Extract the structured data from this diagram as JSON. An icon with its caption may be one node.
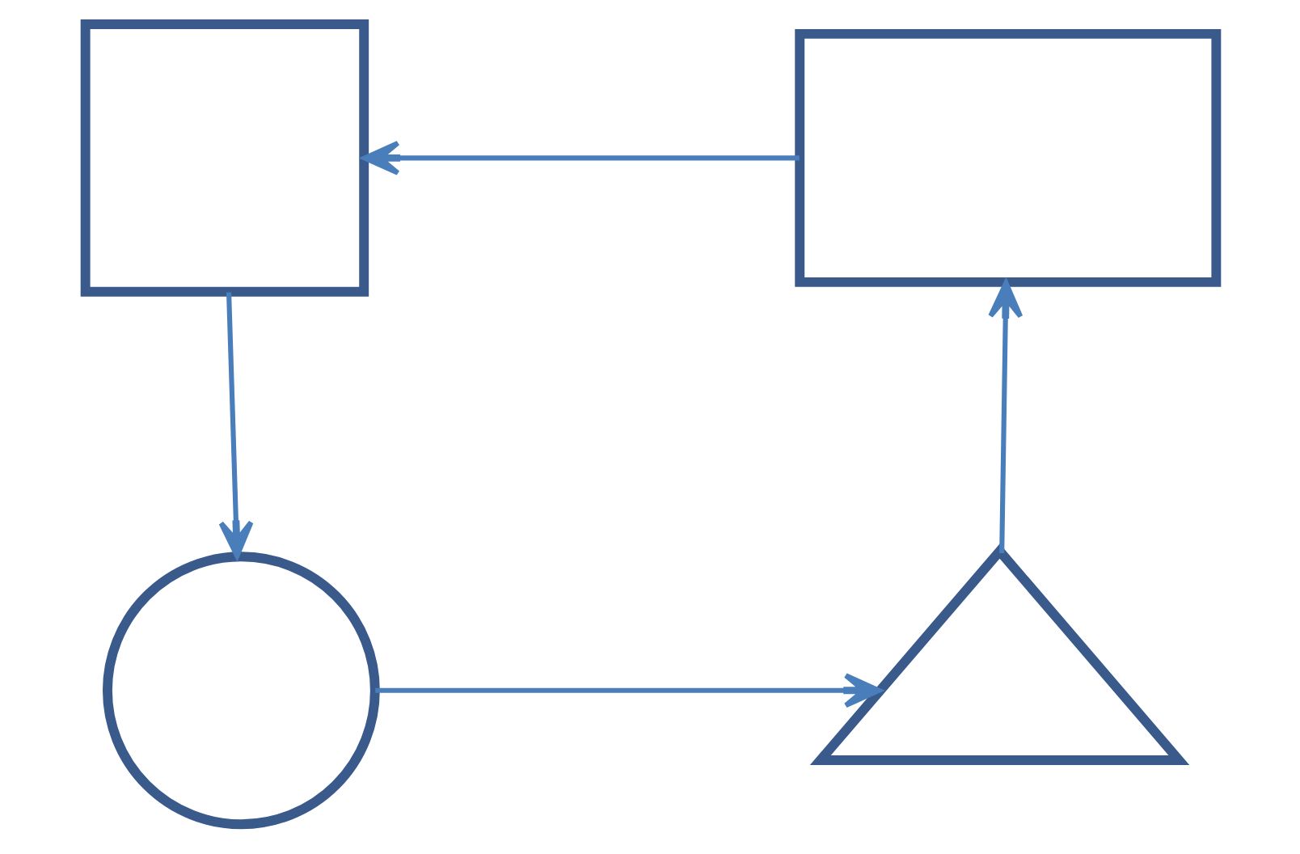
{
  "diagram": {
    "nodes": [
      {
        "text": [],
        "shape": "box"
      },
      {
        "text": [],
        "shape": "box"
      },
      {
        "text": [],
        "shape": "circle"
      },
      {
        "text": [],
        "shape": "triangle"
      }
    ],
    "edges": [
      {
        "from": 1,
        "to": 0,
        "arrow": "to"
      },
      {
        "from": 0,
        "to": 2,
        "arrow": "to"
      },
      {
        "from": 2,
        "to": 3,
        "arrow": "to"
      },
      {
        "from": 3,
        "to": 1,
        "arrow": "to"
      }
    ]
  }
}
